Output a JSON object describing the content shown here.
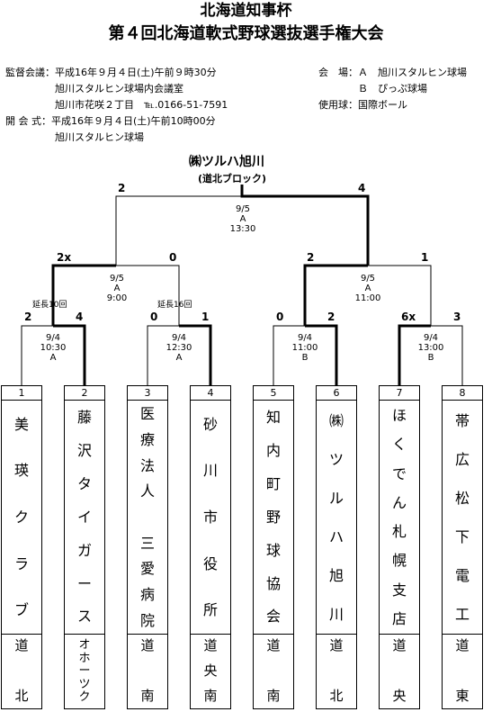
{
  "title": "北海道知事杯",
  "subtitle": "第４回北海道軟式野球選抜選手権大会",
  "info_left": [
    "監督会議：平成16年９月４日(土)午前９時30分",
    "　　　　　旭川スタルヒン球場内会議室",
    "　　　　　旭川市花咲２丁目　℡.0166-51-7591",
    "開 会 式：平成16年９月４日(土)午前10時00分",
    "　　　　　旭川スタルヒン球場"
  ],
  "info_right": [
    "会　場：Ａ　旭川スタルヒン球場",
    "　　　　Ｂ　ぴっぷ球場",
    "使用球：国際ボール"
  ],
  "champion": {
    "name": "㈱ツルハ旭川",
    "block": "(道北ブロック)"
  },
  "final": {
    "score_left": "2",
    "score_right": "4",
    "info": "9/5\nA\n13:30"
  },
  "semis": [
    {
      "score_left": "2x",
      "score_right": "0",
      "info": "9/5\nA\n9:00",
      "note": "延長16回"
    },
    {
      "score_left": "2",
      "score_right": "1",
      "info": "9/5\nA\n11:00"
    }
  ],
  "round1": [
    {
      "score_left": "2",
      "score_right": "4",
      "info": "9/4\n10:30\nA",
      "note": "延長10回"
    },
    {
      "score_left": "0",
      "score_right": "1",
      "info": "9/4\n12:30\nA"
    },
    {
      "score_left": "0",
      "score_right": "2",
      "info": "9/4\n11:00\nB"
    },
    {
      "score_left": "6x",
      "score_right": "3",
      "info": "9/4\n13:00\nB"
    }
  ],
  "teams": [
    {
      "no": "1",
      "name": [
        "美",
        "瑛",
        "ク",
        "ラ",
        "ブ"
      ],
      "region": [
        "道",
        "北"
      ]
    },
    {
      "no": "2",
      "name": [
        "藤",
        "沢",
        "タ",
        "イ",
        "ガ",
        "ー",
        "ス"
      ],
      "region": [
        "オ",
        "ホ",
        "ー",
        "ツ",
        "ク"
      ]
    },
    {
      "no": "3",
      "name": [
        "医",
        "療",
        "法",
        "人",
        "",
        "三",
        "愛",
        "病",
        "院"
      ],
      "region": [
        "道",
        "南"
      ]
    },
    {
      "no": "4",
      "name": [
        "砂",
        "川",
        "市",
        "役",
        "所"
      ],
      "region": [
        "道",
        "央",
        "南"
      ]
    },
    {
      "no": "5",
      "name": [
        "知",
        "内",
        "町",
        "野",
        "球",
        "協",
        "会"
      ],
      "region": [
        "道",
        "南"
      ]
    },
    {
      "no": "6",
      "name": [
        "㈱",
        "ツ",
        "ル",
        "ハ",
        "旭",
        "川"
      ],
      "region": [
        "道",
        "北"
      ]
    },
    {
      "no": "7",
      "name": [
        "ほ",
        "く",
        "で",
        "ん",
        "札",
        "幌",
        "支",
        "店"
      ],
      "region": [
        "道",
        "央"
      ]
    },
    {
      "no": "8",
      "name": [
        "帯",
        "広",
        "松",
        "下",
        "電",
        "工"
      ],
      "region": [
        "道",
        "東"
      ]
    }
  ]
}
